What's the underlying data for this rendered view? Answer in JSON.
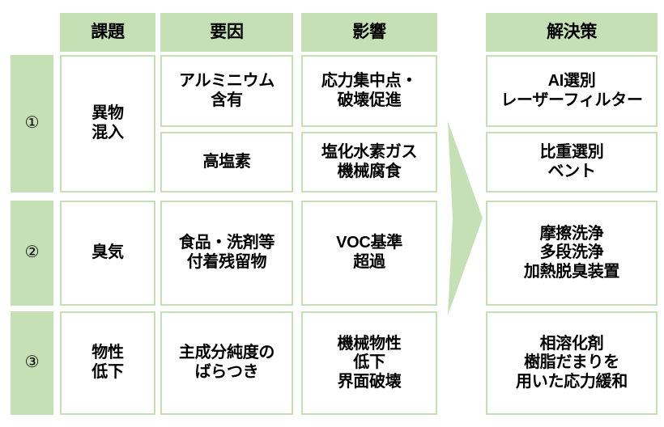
{
  "theme": {
    "accent_green": "#c5e0b4",
    "text_color": "#000000",
    "background": "#ffffff"
  },
  "headers": {
    "issue": "課題",
    "cause": "要因",
    "impact": "影響",
    "solution": "解決策"
  },
  "row_numbers": [
    "①",
    "②",
    "③"
  ],
  "rows": [
    {
      "number": "①",
      "issue": "異物\n混入",
      "entries": [
        {
          "cause": "アルミニウム\n含有",
          "impact": "応力集中点・\n破壊促進"
        },
        {
          "cause": "高塩素",
          "impact": "塩化水素ガス\n機械腐食"
        }
      ]
    },
    {
      "number": "②",
      "issue": "臭気",
      "entries": [
        {
          "cause": "食品・洗剤等\n付着残留物",
          "impact": "VOC基準\n超過"
        }
      ]
    },
    {
      "number": "③",
      "issue": "物性\n低下",
      "entries": [
        {
          "cause": "主成分純度の\nばらつき",
          "impact": "機械物性\n低下\n界面破壊"
        }
      ]
    }
  ],
  "solutions": [
    "AI選別\nレーザーフィルター",
    "比重選別\nベント",
    "摩擦洗浄\n多段洗浄\n加熱脱臭装置",
    "相溶化剤\n樹脂だまりを\n用いた応力緩和"
  ],
  "arrow": {
    "name": "right-chevron-arrow",
    "color": "#c5e0b4"
  }
}
